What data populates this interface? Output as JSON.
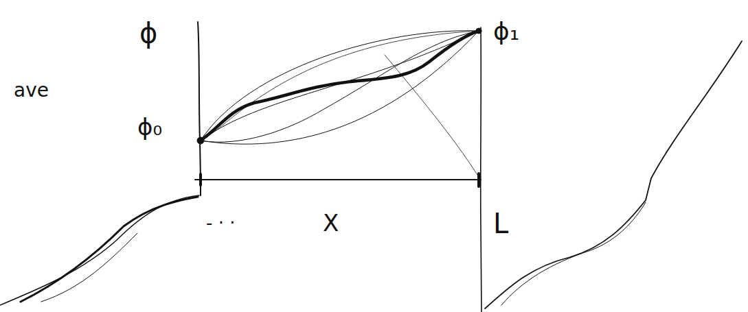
{
  "diagram": {
    "labels": [
      "ave",
      "ϕ",
      "ϕ₀",
      "ϕ₁",
      "- · ·",
      "X",
      "L"
    ]
  }
}
